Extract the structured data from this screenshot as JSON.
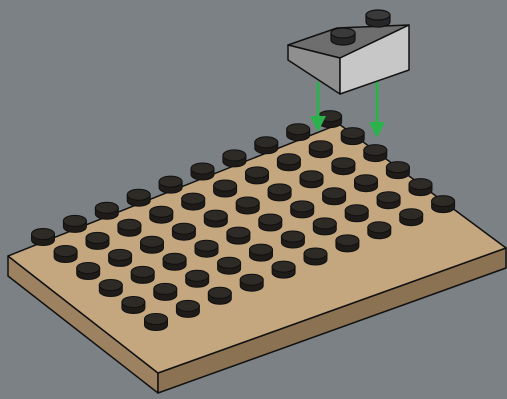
{
  "scene": {
    "description_kind": "lego-building-instruction-step",
    "colors": {
      "background": "#7b8185",
      "plate_top": "#c4a77f",
      "plate_side_front": "#9c8261",
      "plate_side_right": "#8a7252",
      "stud": "#1e1b18",
      "outline": "#111111",
      "brick_top": "#6e6e6e",
      "brick_front": "#c7c7c7",
      "brick_side": "#8f8f8f",
      "arrow": "#2bb24c"
    },
    "plate": {
      "rows": 6,
      "columns": 10,
      "icon": "lego-plate-6x10-icon"
    },
    "brick": {
      "studs": 2,
      "icon": "lego-brick-1x2-icon"
    },
    "arrows": {
      "count": 2,
      "direction": "down",
      "icon": "arrow-down-icon"
    }
  }
}
